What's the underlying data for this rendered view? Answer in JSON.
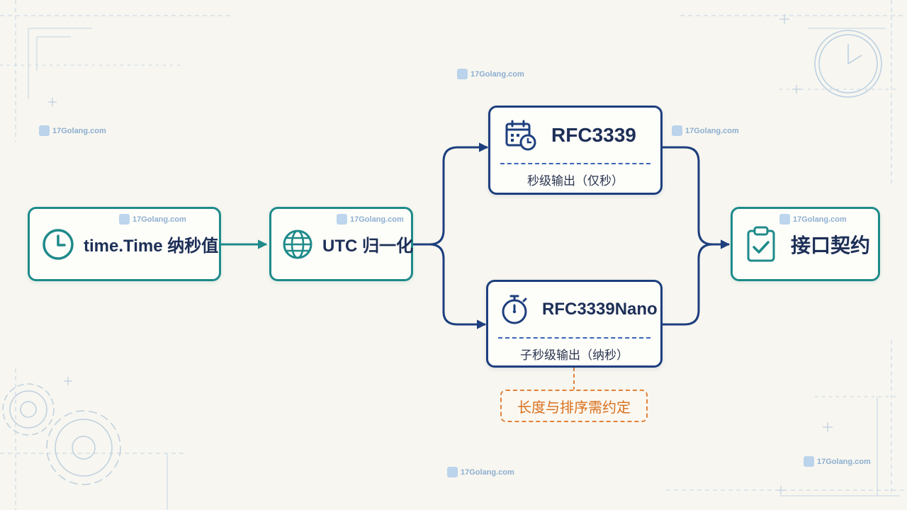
{
  "nodes": {
    "source": {
      "label": "time.Time 纳秒值",
      "icon": "clock-icon"
    },
    "utc": {
      "label": "UTC 归一化",
      "icon": "globe-icon"
    },
    "rfc3339": {
      "label": "RFC3339",
      "sub": "秒级输出（仅秒）",
      "icon": "calendar-clock-icon"
    },
    "nano": {
      "label": "RFC3339Nano",
      "sub": "子秒级输出（纳秒）",
      "icon": "stopwatch-icon"
    },
    "contract": {
      "label": "接口契约",
      "icon": "clipboard-check-icon"
    }
  },
  "note": "长度与排序需约定",
  "watermark": "17Golang.com",
  "colors": {
    "teal": "#1e8a8a",
    "navy": "#1d3f7e",
    "note_orange": "#e0823a",
    "background": "#f7f6f0"
  }
}
